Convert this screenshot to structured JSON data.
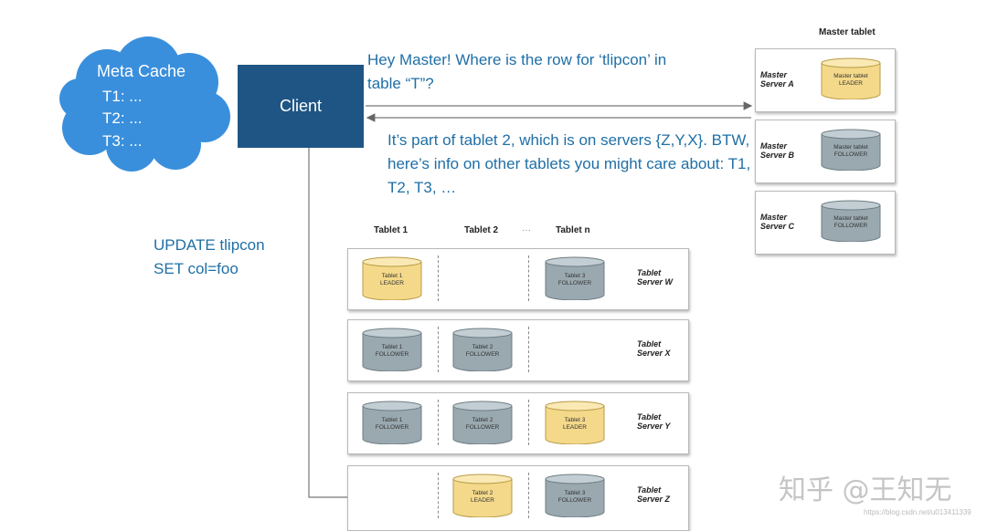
{
  "meta_cache": {
    "title": "Meta Cache",
    "entries": [
      "T1: ...",
      "T2: ...",
      "T3: ..."
    ]
  },
  "client": {
    "label": "Client"
  },
  "messages": {
    "question": "Hey Master! Where is the row for ‘tlipcon’ in table “T”?",
    "answer": "It’s part of tablet 2, which is on servers {Z,Y,X}. BTW, here’s info on other tablets you might care about: T1, T2, T3, …",
    "update": [
      "UPDATE tlipcon",
      "SET col=foo"
    ]
  },
  "master": {
    "title": "Master tablet",
    "servers": [
      {
        "name": [
          "Master",
          "Server A"
        ],
        "tablet": [
          "Master tablet",
          "LEADER"
        ],
        "role": "leader"
      },
      {
        "name": [
          "Master",
          "Server B"
        ],
        "tablet": [
          "Master tablet",
          "FOLLOWER"
        ],
        "role": "follower"
      },
      {
        "name": [
          "Master",
          "Server C"
        ],
        "tablet": [
          "Master tablet",
          "FOLLOWER"
        ],
        "role": "follower"
      }
    ]
  },
  "tablets": {
    "headers": [
      "Tablet 1",
      "Tablet 2",
      "···",
      "Tablet n"
    ],
    "servers": [
      {
        "name": [
          "Tablet",
          "Server W"
        ],
        "slots": [
          {
            "label": [
              "Tablet 1",
              "LEADER"
            ],
            "role": "leader"
          },
          null,
          {
            "label": [
              "Tablet 3",
              "FOLLOWER"
            ],
            "role": "follower"
          }
        ]
      },
      {
        "name": [
          "Tablet",
          "Server X"
        ],
        "slots": [
          {
            "label": [
              "Tablet 1",
              "FOLLOWER"
            ],
            "role": "follower"
          },
          {
            "label": [
              "Tablet 2",
              "FOLLOWER"
            ],
            "role": "follower"
          },
          null
        ]
      },
      {
        "name": [
          "Tablet",
          "Server Y"
        ],
        "slots": [
          {
            "label": [
              "Tablet 1",
              "FOLLOWER"
            ],
            "role": "follower"
          },
          {
            "label": [
              "Tablet 2",
              "FOLLOWER"
            ],
            "role": "follower"
          },
          {
            "label": [
              "Tablet 3",
              "LEADER"
            ],
            "role": "leader"
          }
        ]
      },
      {
        "name": [
          "Tablet",
          "Server Z"
        ],
        "slots": [
          null,
          {
            "label": [
              "Tablet 2",
              "LEADER"
            ],
            "role": "leader"
          },
          {
            "label": [
              "Tablet 3",
              "FOLLOWER"
            ],
            "role": "follower"
          }
        ]
      }
    ]
  },
  "colors": {
    "leader_fill": "#f4d98a",
    "leader_top": "#fae9b4",
    "leader_stroke": "#b89a45",
    "follower_fill": "#9aa9b0",
    "follower_top": "#c2ced3",
    "follower_stroke": "#6d7c83",
    "cloud": "#3a8fdc",
    "client": "#1e5584",
    "text_blue": "#1f6fa6"
  },
  "watermark": {
    "main": "知乎 @王知无",
    "url": "https://blog.csdn.net/u013411339"
  }
}
